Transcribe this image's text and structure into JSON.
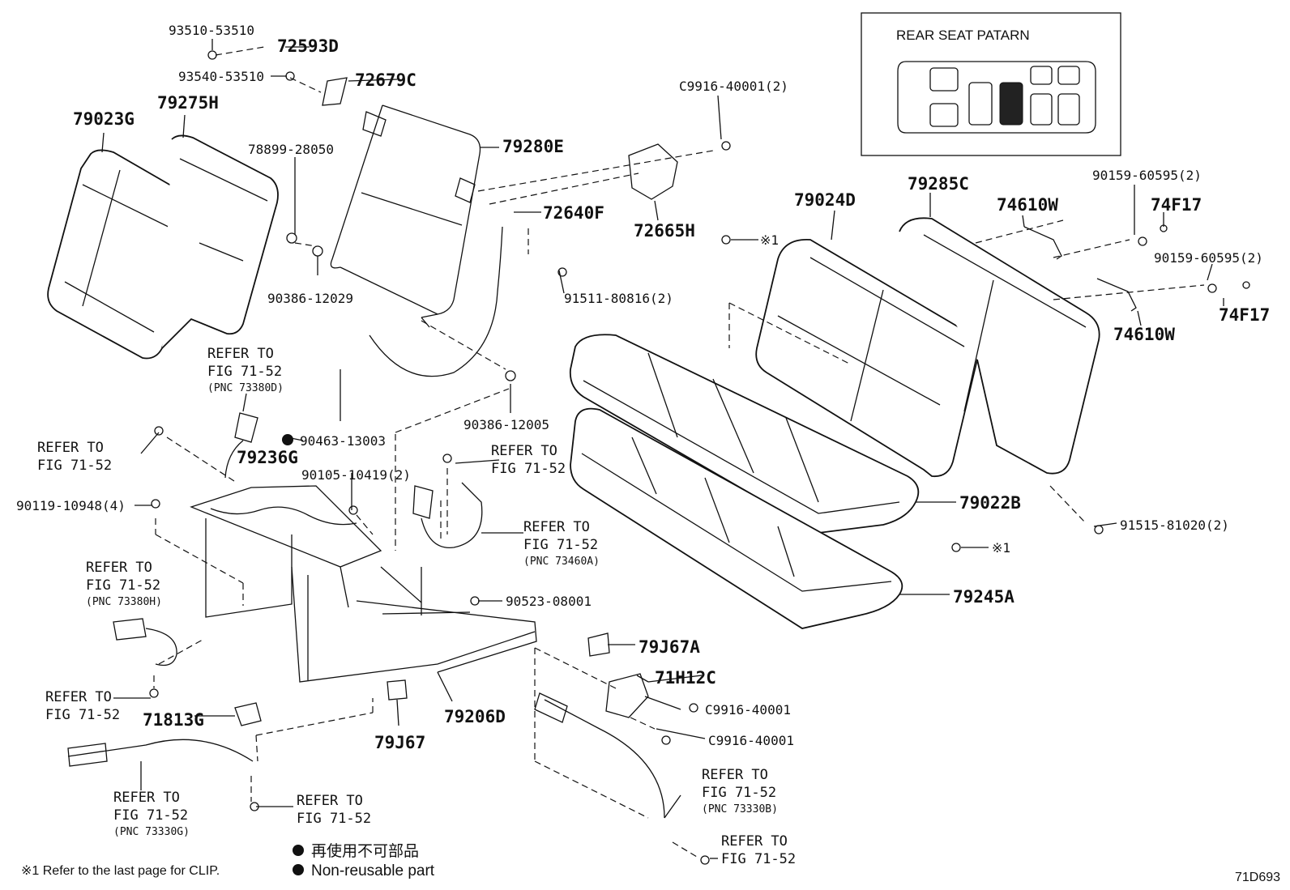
{
  "pattern_box": {
    "title": "REAR SEAT PATARN"
  },
  "parts": [
    {
      "id": "p-93510-53510",
      "text": "93510-53510"
    },
    {
      "id": "p-72593D",
      "text": "72593D"
    },
    {
      "id": "p-93540-53510",
      "text": "93540-53510"
    },
    {
      "id": "p-72679C",
      "text": "72679C"
    },
    {
      "id": "p-79023G",
      "text": "79023G"
    },
    {
      "id": "p-79275H",
      "text": "79275H"
    },
    {
      "id": "p-78899-28050",
      "text": "78899-28050"
    },
    {
      "id": "p-79280E",
      "text": "79280E"
    },
    {
      "id": "p-C9916-40001-2",
      "text": "C9916-40001(2)"
    },
    {
      "id": "p-72640F",
      "text": "72640F"
    },
    {
      "id": "p-72665H",
      "text": "72665H"
    },
    {
      "id": "p-90386-12029",
      "text": "90386-12029"
    },
    {
      "id": "p-91511-80816",
      "text": "91511-80816(2)"
    },
    {
      "id": "p-79024D",
      "text": "79024D"
    },
    {
      "id": "p-79285C",
      "text": "79285C"
    },
    {
      "id": "p-74610W-a",
      "text": "74610W"
    },
    {
      "id": "p-90159-60595-a",
      "text": "90159-60595(2)"
    },
    {
      "id": "p-74F17-a",
      "text": "74F17"
    },
    {
      "id": "p-90159-60595-b",
      "text": "90159-60595(2)"
    },
    {
      "id": "p-74F17-b",
      "text": "74F17"
    },
    {
      "id": "p-74610W-b",
      "text": "74610W"
    },
    {
      "id": "p-90463-13003",
      "text": "90463-13003"
    },
    {
      "id": "p-90386-12005",
      "text": "90386-12005"
    },
    {
      "id": "p-79236G",
      "text": "79236G"
    },
    {
      "id": "p-90105-10419",
      "text": "90105-10419(2)"
    },
    {
      "id": "p-90119-10948",
      "text": "90119-10948(4)"
    },
    {
      "id": "p-79022B",
      "text": "79022B"
    },
    {
      "id": "p-91515-81020",
      "text": "91515-81020(2)"
    },
    {
      "id": "p-90523-08001",
      "text": "90523-08001"
    },
    {
      "id": "p-79245A",
      "text": "79245A"
    },
    {
      "id": "p-79J67A",
      "text": "79J67A"
    },
    {
      "id": "p-71H12C",
      "text": "71H12C"
    },
    {
      "id": "p-C9916-40001-a",
      "text": "C9916-40001"
    },
    {
      "id": "p-C9916-40001-b",
      "text": "C9916-40001"
    },
    {
      "id": "p-71813G",
      "text": "71813G"
    },
    {
      "id": "p-79206D",
      "text": "79206D"
    },
    {
      "id": "p-79J67",
      "text": "79J67"
    }
  ],
  "refs": {
    "refer_to": "REFER TO",
    "fig": "FIG 71-52",
    "pnc_73380D": "(PNC 73380D)",
    "pnc_73460A": "(PNC 73460A)",
    "pnc_73380H": "(PNC 73380H)",
    "pnc_73330G": "(PNC 73330G)",
    "pnc_73330B": "(PNC 73330B)"
  },
  "clip_marks": {
    "mark_1": "※1",
    "mark_2": "※1"
  },
  "legend": {
    "jp": "再使用不可部品",
    "en": "Non-reusable part",
    "footnote": "※1  Refer to the last page for CLIP.",
    "code": "71D693"
  },
  "colors": {
    "line": "#111111",
    "background": "#ffffff",
    "highlight_seat": "#222222"
  }
}
